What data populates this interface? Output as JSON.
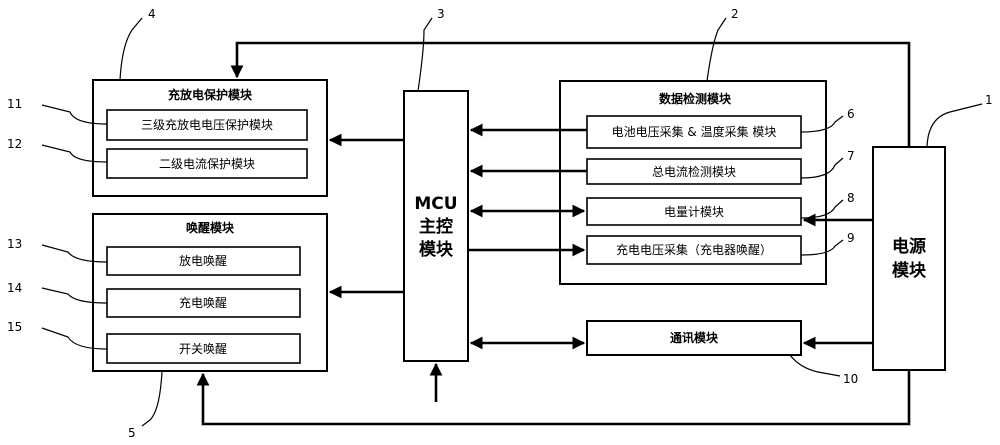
{
  "modules": {
    "protection": {
      "title": "充放电保护模块",
      "items": [
        "三级充放电电压保护模块",
        "二级电流保护模块"
      ]
    },
    "wakeup": {
      "title": "唤醒模块",
      "items": [
        "放电唤醒",
        "充电唤醒",
        "开关唤醒"
      ]
    },
    "mcu": {
      "lines": [
        "MCU",
        "主控",
        "模块"
      ]
    },
    "detection": {
      "title": "数据检测模块",
      "items": [
        "电池电压采集 & 温度采集 模块",
        "总电流检测模块",
        "电量计模块",
        "充电电压采集（充电器唤醒）"
      ]
    },
    "communication": {
      "label": "通讯模块"
    },
    "power": {
      "lines": [
        "电源",
        "模块"
      ]
    }
  },
  "reference_numbers": {
    "power": "1",
    "detection": "2",
    "mcu": "3",
    "protection": "4",
    "wakeup": "5",
    "voltage_temp": "6",
    "current_detect": "7",
    "fuel_gauge": "8",
    "charge_voltage": "9",
    "communication": "10",
    "voltage_protect": "11",
    "current_protect": "12",
    "discharge_wake": "13",
    "charge_wake": "14",
    "switch_wake": "15"
  }
}
